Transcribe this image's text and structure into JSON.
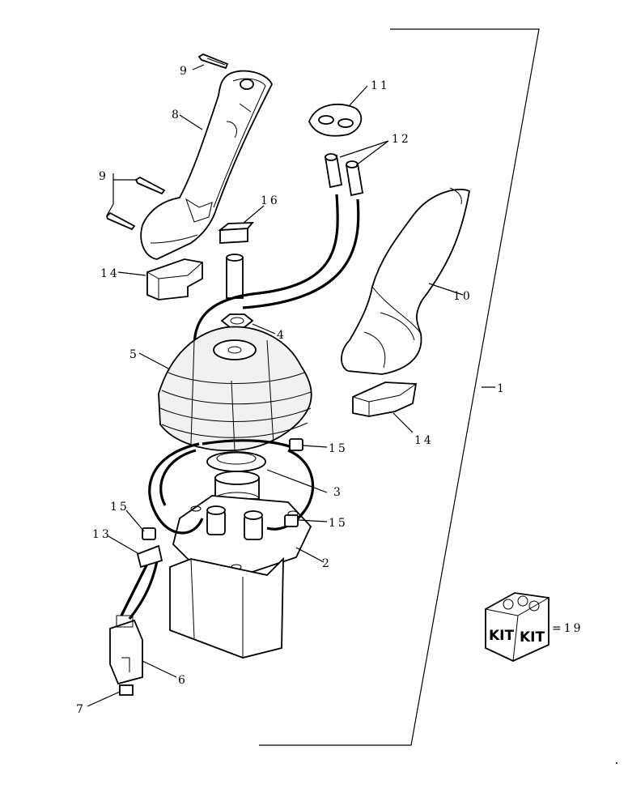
{
  "callouts": {
    "c1": "1",
    "c2": "2",
    "c3": "3",
    "c4": "4",
    "c5": "5",
    "c6": "6",
    "c7": "7",
    "c8": "8",
    "c9a": "9",
    "c9b": "9",
    "c10": "10",
    "c11": "11",
    "c12": "12",
    "c13": "13",
    "c14a": "14",
    "c14b": "14",
    "c15a": "15",
    "c15b": "15",
    "c15c": "15",
    "c16": "16",
    "c19": "=19"
  },
  "kit": {
    "label_left": "KIT",
    "label_right": "KIT"
  }
}
